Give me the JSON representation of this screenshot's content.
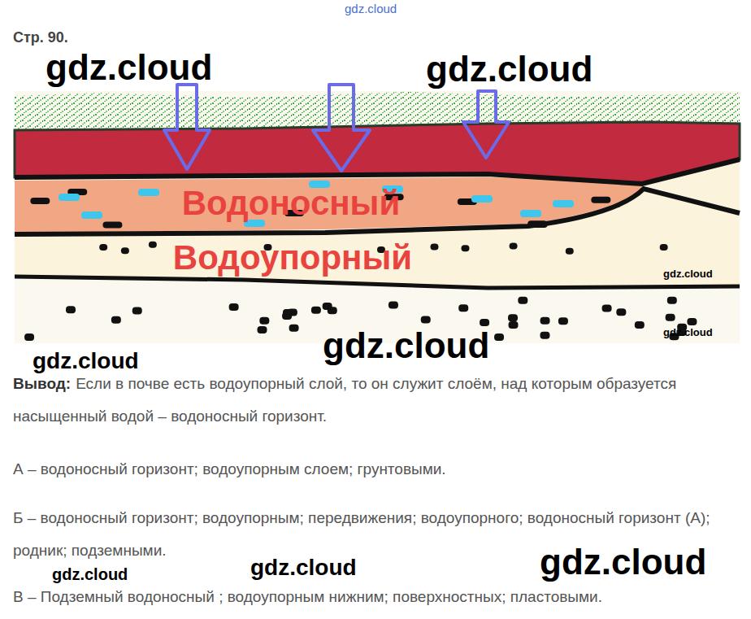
{
  "diagram": {
    "nodes": [
      {
        "text": [
          "Водоносный"
        ]
      },
      {
        "text": [
          "Водоупорный"
        ]
      }
    ],
    "labels": [
      "gdz.cloud",
      "Стр. 90.",
      "gdz.cloud",
      "gdz.cloud",
      "gdz.cloud",
      "gdz.cloud",
      "gdz.cloud",
      "gdz.cloud",
      "Вывод:",
      "Если в почве есть водоупорный слой, то он служит слоём, над которым образуется насыщенный водой – водоносный горизонт.",
      "А – водоносный горизонт; водоупорным слоем; грунтовыми.",
      "Б – водоносный горизонт; водоупорным; передвижения; водоупорного; водоносный горизонт (А); родник; подземными.",
      "gdz.cloud",
      "gdz.cloud",
      "gdz.cloud",
      "В – Подземный водоносный ; водоупорным нижним; поверхностных; пластовыми."
    ]
  }
}
